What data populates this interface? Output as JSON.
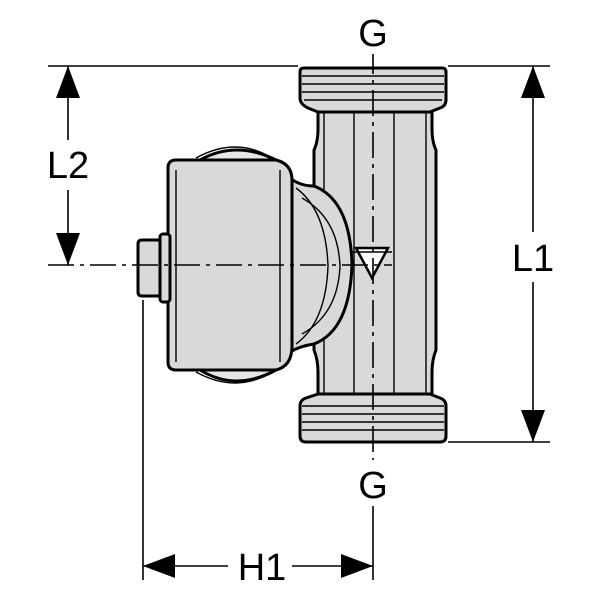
{
  "labels": {
    "thread_top": "G",
    "thread_bottom": "G",
    "length_total": "L1",
    "length_branch": "L2",
    "height_branch": "H1"
  },
  "colors": {
    "line": "#000000",
    "body_fill": "#d9d9d9",
    "background": "#ffffff"
  }
}
